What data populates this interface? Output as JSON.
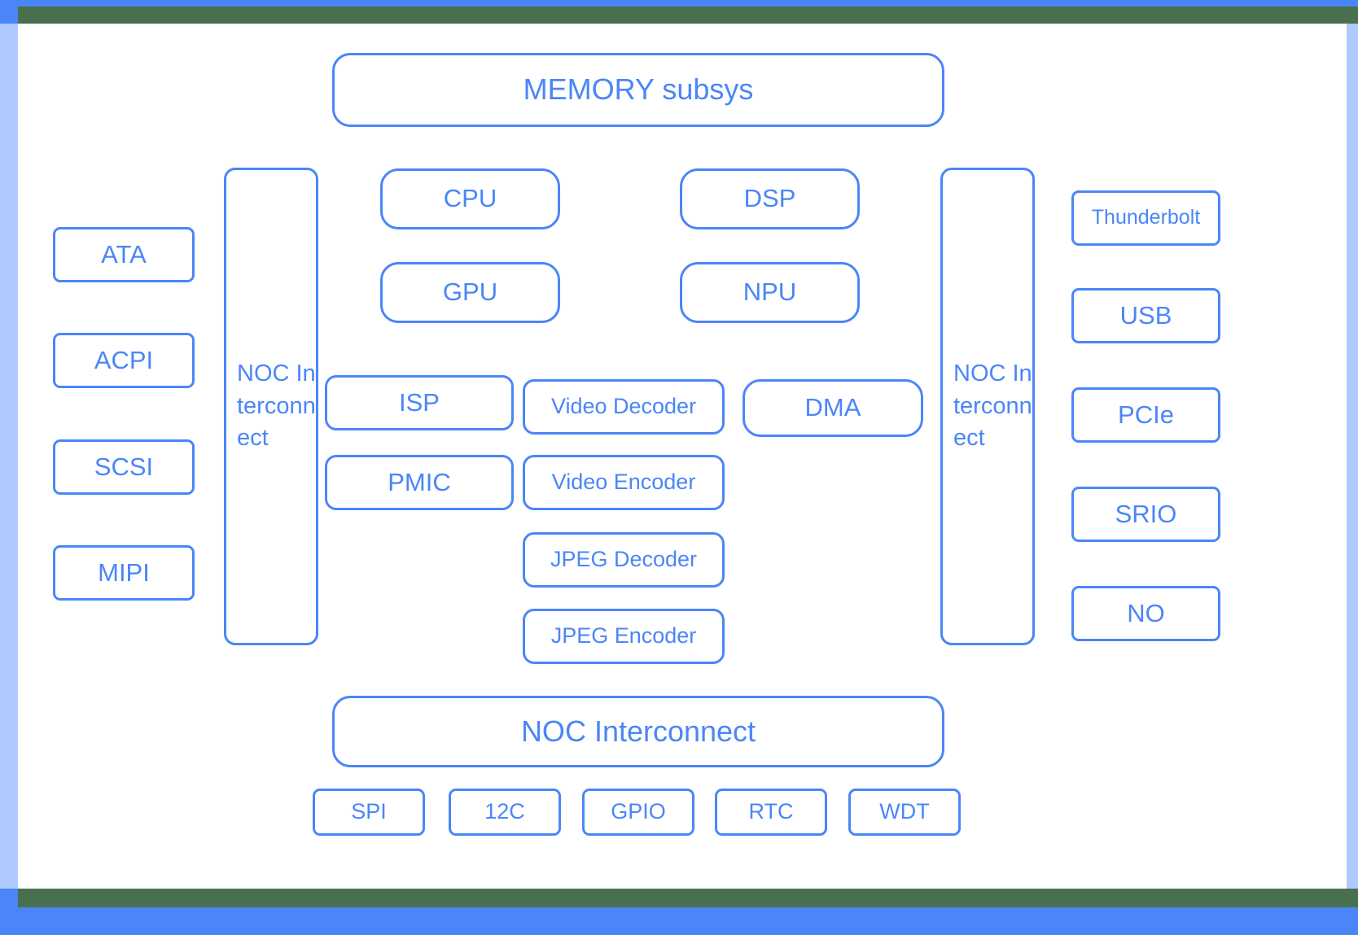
{
  "diagram": {
    "type": "soc-block-diagram",
    "title_block": {
      "label": "MEMORY subsys"
    },
    "colors": {
      "block_border": "#4a86f7",
      "block_text": "#4a86f7",
      "frame_outer": "#4a86f7",
      "frame_band": "#49704d",
      "frame_edge": "#aec9fd",
      "background": "#ffffff"
    },
    "left_peripherals": [
      {
        "label": "ATA"
      },
      {
        "label": "ACPI"
      },
      {
        "label": "SCSI"
      },
      {
        "label": "MIPI"
      }
    ],
    "left_interconnect": {
      "label": "NOC Interconnect"
    },
    "compute_blocks": [
      {
        "label": "CPU"
      },
      {
        "label": "DSP"
      },
      {
        "label": "GPU"
      },
      {
        "label": "NPU"
      }
    ],
    "media_left": [
      {
        "label": "ISP"
      },
      {
        "label": "PMIC"
      }
    ],
    "media_center": [
      {
        "label": "Video Decoder"
      },
      {
        "label": "Video Encoder"
      },
      {
        "label": "JPEG Decoder"
      },
      {
        "label": "JPEG Encoder"
      }
    ],
    "dma_block": {
      "label": "DMA"
    },
    "right_interconnect": {
      "label": "NOC Interconnect"
    },
    "right_peripherals": [
      {
        "label": "Thunderbolt"
      },
      {
        "label": "USB"
      },
      {
        "label": "PCIe"
      },
      {
        "label": "SRIO"
      },
      {
        "label": "NO"
      }
    ],
    "bottom_interconnect": {
      "label": "NOC Interconnect"
    },
    "bottom_peripherals": [
      {
        "label": "SPI"
      },
      {
        "label": "12C"
      },
      {
        "label": "GPIO"
      },
      {
        "label": "RTC"
      },
      {
        "label": "WDT"
      }
    ]
  }
}
